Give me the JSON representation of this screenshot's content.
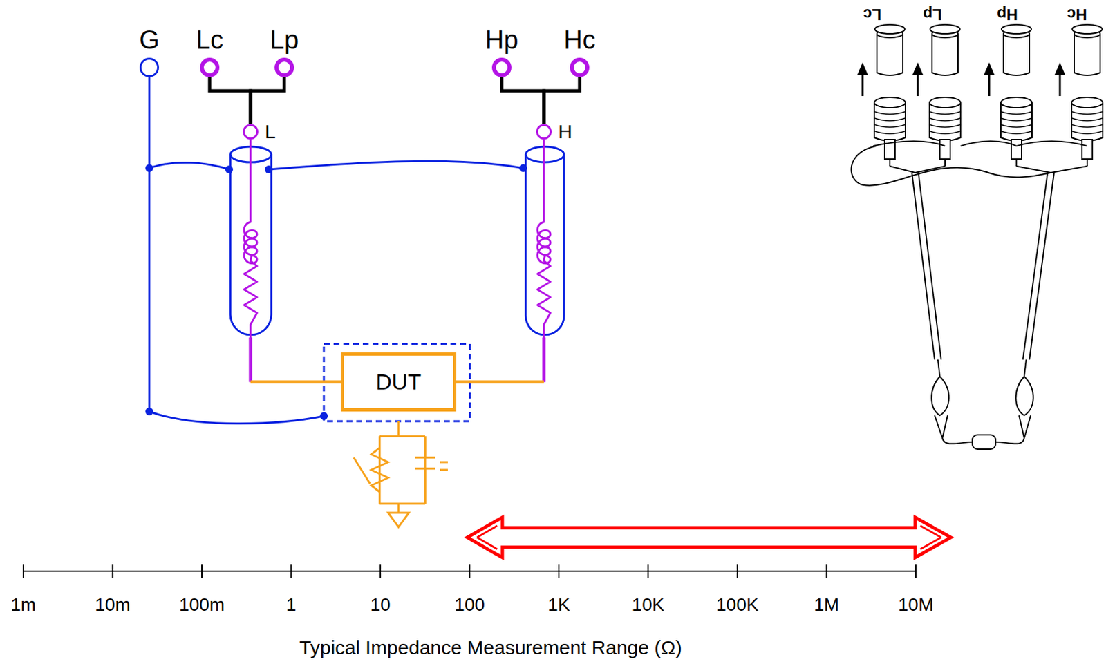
{
  "diagram": {
    "nodes": [
      {
        "text": [
          "G"
        ]
      },
      {
        "text": [
          "Lc"
        ]
      },
      {
        "text": [
          "Lp"
        ]
      },
      {
        "text": [
          "Hp"
        ]
      },
      {
        "text": [
          "Hc"
        ]
      },
      {
        "text": [
          "L"
        ]
      },
      {
        "text": [
          "H"
        ]
      },
      {
        "text": [
          "DUT"
        ]
      }
    ],
    "edges": [
      {
        "from": 1,
        "to": 5,
        "arrow": "none"
      },
      {
        "from": 2,
        "to": 5,
        "arrow": "none"
      },
      {
        "from": 3,
        "to": 6,
        "arrow": "none"
      },
      {
        "from": 4,
        "to": 6,
        "arrow": "none"
      },
      {
        "from": 5,
        "to": 7,
        "arrow": "none"
      },
      {
        "from": 6,
        "to": 7,
        "arrow": "none"
      }
    ],
    "labels": [
      "1m",
      "10m",
      "100m",
      "1",
      "10",
      "100",
      "1K",
      "10K",
      "100K",
      "1M",
      "10M",
      "Typical Impedance Measurement Range (Ω)",
      "Lc",
      "Lp",
      "Hp",
      "Hc"
    ]
  }
}
